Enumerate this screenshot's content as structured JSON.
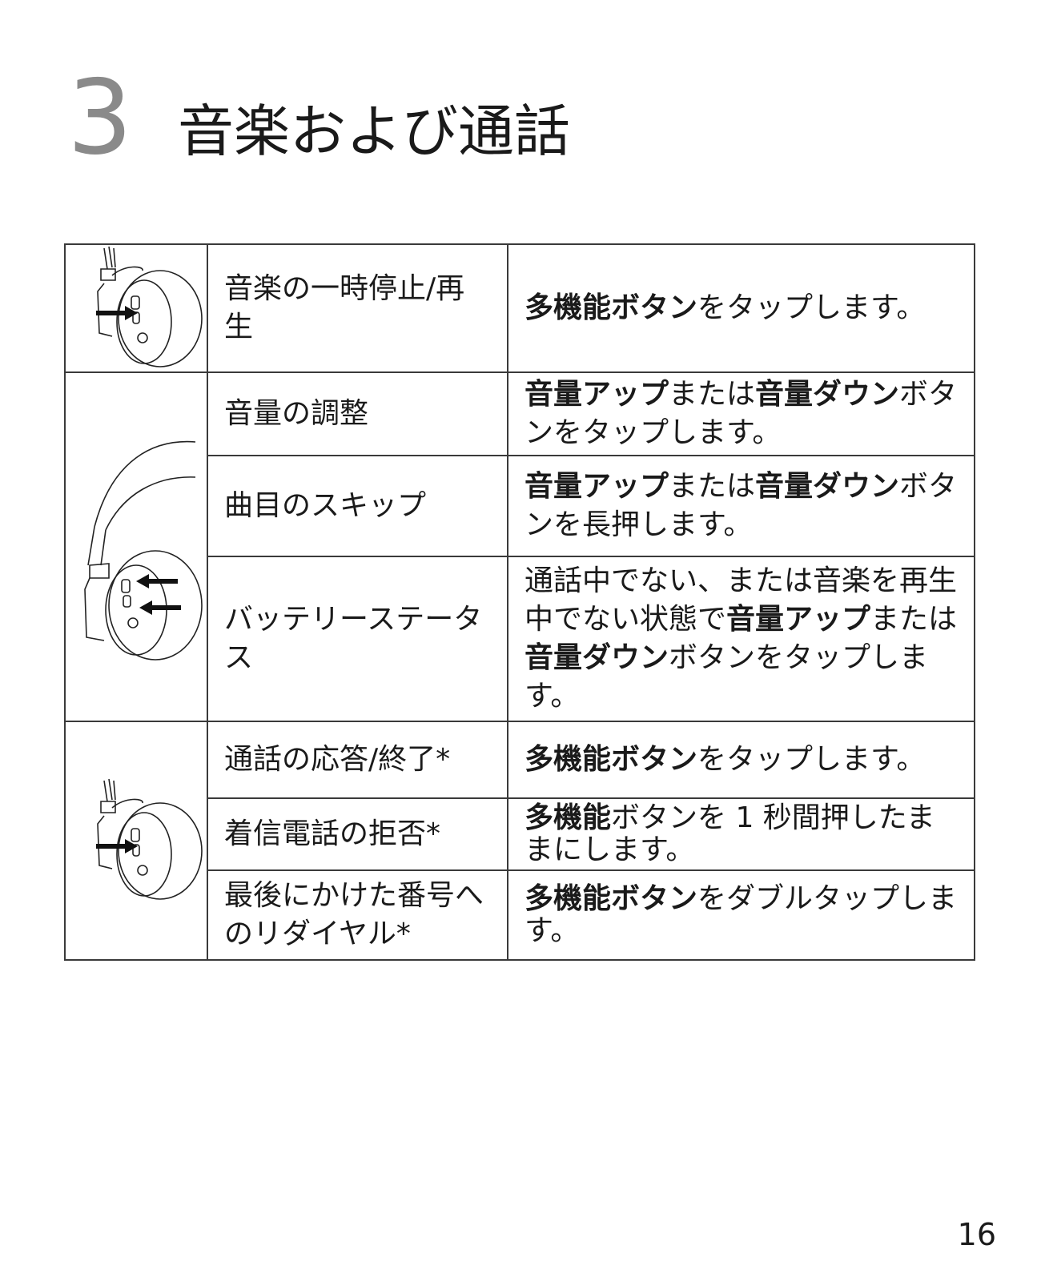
{
  "header": {
    "chapter_number": "3",
    "title": "音楽および通話"
  },
  "rows": {
    "r1": {
      "desc": "音楽の一時停止/再生",
      "a1": "多機能ボタン",
      "a2": "をタップします。"
    },
    "r2": {
      "desc": "音量の調整",
      "a1": "音量アップ",
      "a2": "または",
      "a3": "音量ダウン",
      "a4": "ボタンをタップします。"
    },
    "r3": {
      "desc": "曲目のスキップ",
      "a1": "音量アップ",
      "a2": "または",
      "a3": "音量ダウン",
      "a4": "ボタンを長押します。"
    },
    "r4": {
      "desc": "バッテリーステータス",
      "a1": "通話中でない、または音楽を再生中でない状態で",
      "a2": "音量アップ",
      "a3": "または",
      "a4": "音量ダウン",
      "a5": "ボタンをタップします。"
    },
    "r5": {
      "desc": "通話の応答/終了*",
      "a1": "多機能ボタン",
      "a2": "をタップします。"
    },
    "r6": {
      "desc": "着信電話の拒否*",
      "a1": "多機能",
      "a2": "ボタンを 1 秒間押したままにします。"
    },
    "r7": {
      "desc": "最後にかけた番号へのリダイヤル*",
      "a1": "多機能ボタン",
      "a2": "をダブルタップします。"
    }
  },
  "icons": {
    "ear_cup_single_arrow": "headphone-earcup-arrow-icon",
    "headphone_double_arrow": "headphone-volume-arrows-icon",
    "ear_cup_single_arrow_2": "headphone-earcup-arrow-icon"
  },
  "footer": {
    "page_number": "16"
  }
}
